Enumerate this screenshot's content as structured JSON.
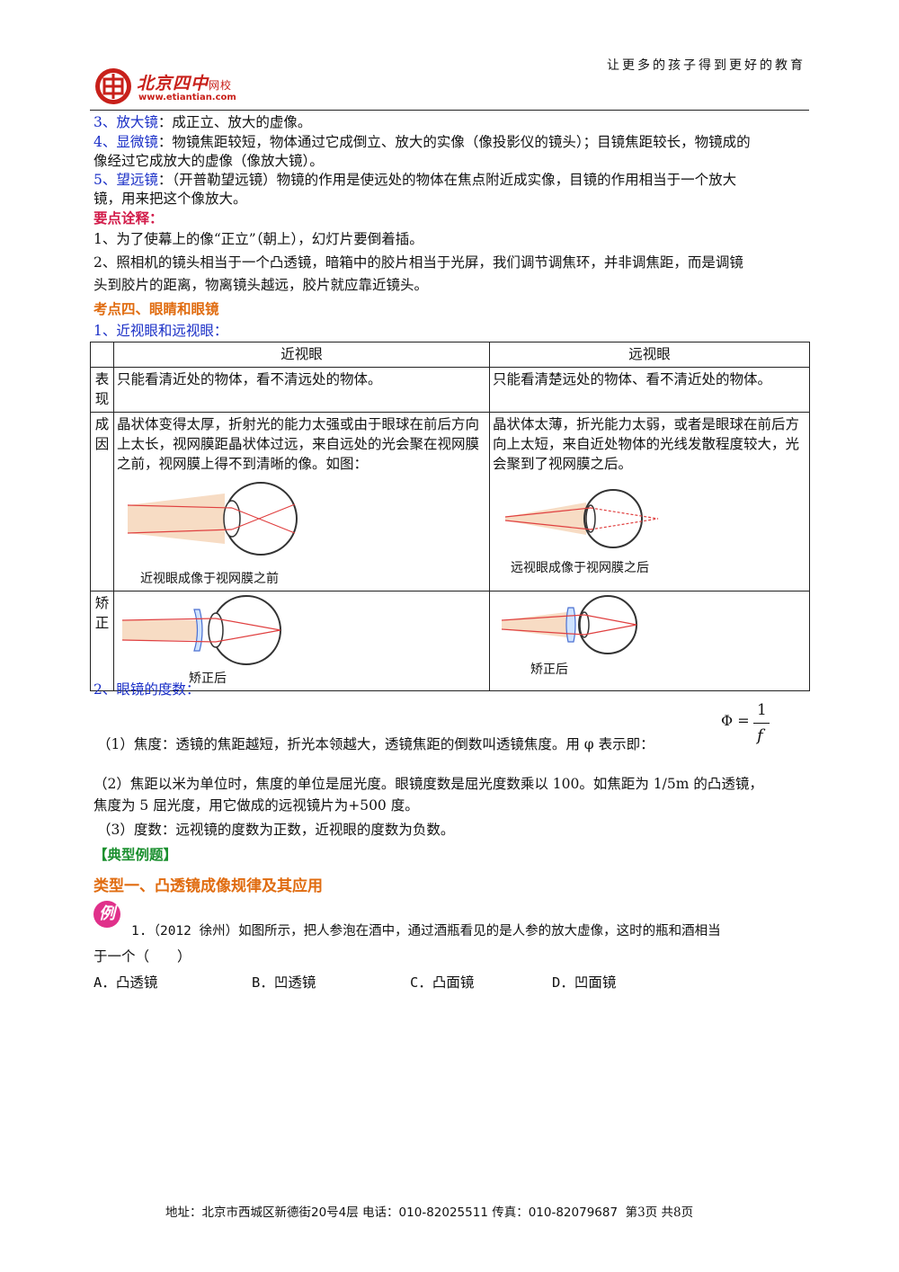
{
  "header": {
    "slogan": "让更多的孩子得到更好的教育",
    "logo_brand": "北京四中",
    "logo_suffix": "网校",
    "logo_url": "www.etiantian.com"
  },
  "items": [
    {
      "label": "3、放大镜",
      "text": "：成正立、放大的虚像。"
    },
    {
      "label": "4、显微镜",
      "text": "：物镜焦距较短，物体通过它成倒立、放大的实像（像投影仪的镜头）；目镜焦距较长，物镜成的",
      "text2": "像经过它成放大的虚像（像放大镜）。"
    },
    {
      "label": "5、望远镜",
      "text": "：（开普勒望远镜）物镜的作用是使远处的物体在焦点附近成实像，目镜的作用相当于一个放大",
      "text2": "镜，用来把这个像放大。"
    }
  ],
  "key_points": {
    "heading": "要点诠释：",
    "p1": "1、为了使幕上的像“正立”（朝上），幻灯片要倒着插。",
    "p2a": "2、照相机的镜头相当于一个凸透镜，暗箱中的胶片相当于光屏，我们调节调焦环，并非调焦距，而是调镜",
    "p2b": "头到胶片的距离，物离镜头越远，胶片就应靠近镜头。"
  },
  "section4": {
    "heading": "考点四、眼睛和眼镜",
    "sub1": "1、近视眼和远视眼：",
    "table": {
      "col1": "近视眼",
      "col2": "远视眼",
      "row1_head": "表现",
      "row1_c1": "只能看清近处的物体，看不清远处的物体。",
      "row1_c2": "只能看清楚远处的物体、看不清近处的物体。",
      "row2_head": "成因",
      "row2_c1": "晶状体变得太厚，折射光的能力太强或由于眼球在前后方向上太长，视网膜距晶状体过远，来自远处的光会聚在视网膜之前，视网膜上得不到清晰的像。如图：",
      "row2_c2": "晶状体太薄，折光能力太弱，或者是眼球在前后方向上太短，来自近处物体的光线发散程度较大，光会聚到了视网膜之后。",
      "cap_myopia": "近视眼成像于视网膜之前",
      "cap_hyperopia": "远视眼成像于视网膜之后",
      "row3_head": "矫正",
      "cap_corr1": "矫正后",
      "cap_corr2": "矫正后"
    },
    "sub2": "2、眼镜的度数：",
    "p_focal": "（1）焦度：透镜的焦距越短，折光本领越大，透镜焦距的倒数叫透镜焦度。用 φ 表示即：",
    "formula_lhs": "Φ =",
    "formula_num": "1",
    "formula_den": "f",
    "p_unit_a": "（2）焦距以米为单位时，焦度的单位是屈光度。眼镜度数是屈光度数乘以 100。如焦距为 1/5m 的凸透镜，",
    "p_unit_b": "焦度为 5 屈光度，用它做成的远视镜片为+500 度。",
    "p_degree": "（3）度数：远视镜的度数为正数，近视眼的度数为负数。"
  },
  "examples": {
    "heading": "【典型例题】",
    "type1": "类型一、凸透镜成像规律及其应用",
    "badge": "例",
    "q1a": "1.（2012 徐州）如图所示，把人参泡在酒中，通过酒瓶看见的是人参的放大虚像，这时的瓶和酒相当",
    "q1b": "于一个（　　）",
    "choices": [
      "A．凸透镜",
      "B．凹透镜",
      "C．凸面镜",
      "D．凹面镜"
    ]
  },
  "footer": {
    "address": "地址：北京市西城区新德街20号4层 电话：010-82025511 传真：010-82079687",
    "page": "第3页 共8页"
  }
}
